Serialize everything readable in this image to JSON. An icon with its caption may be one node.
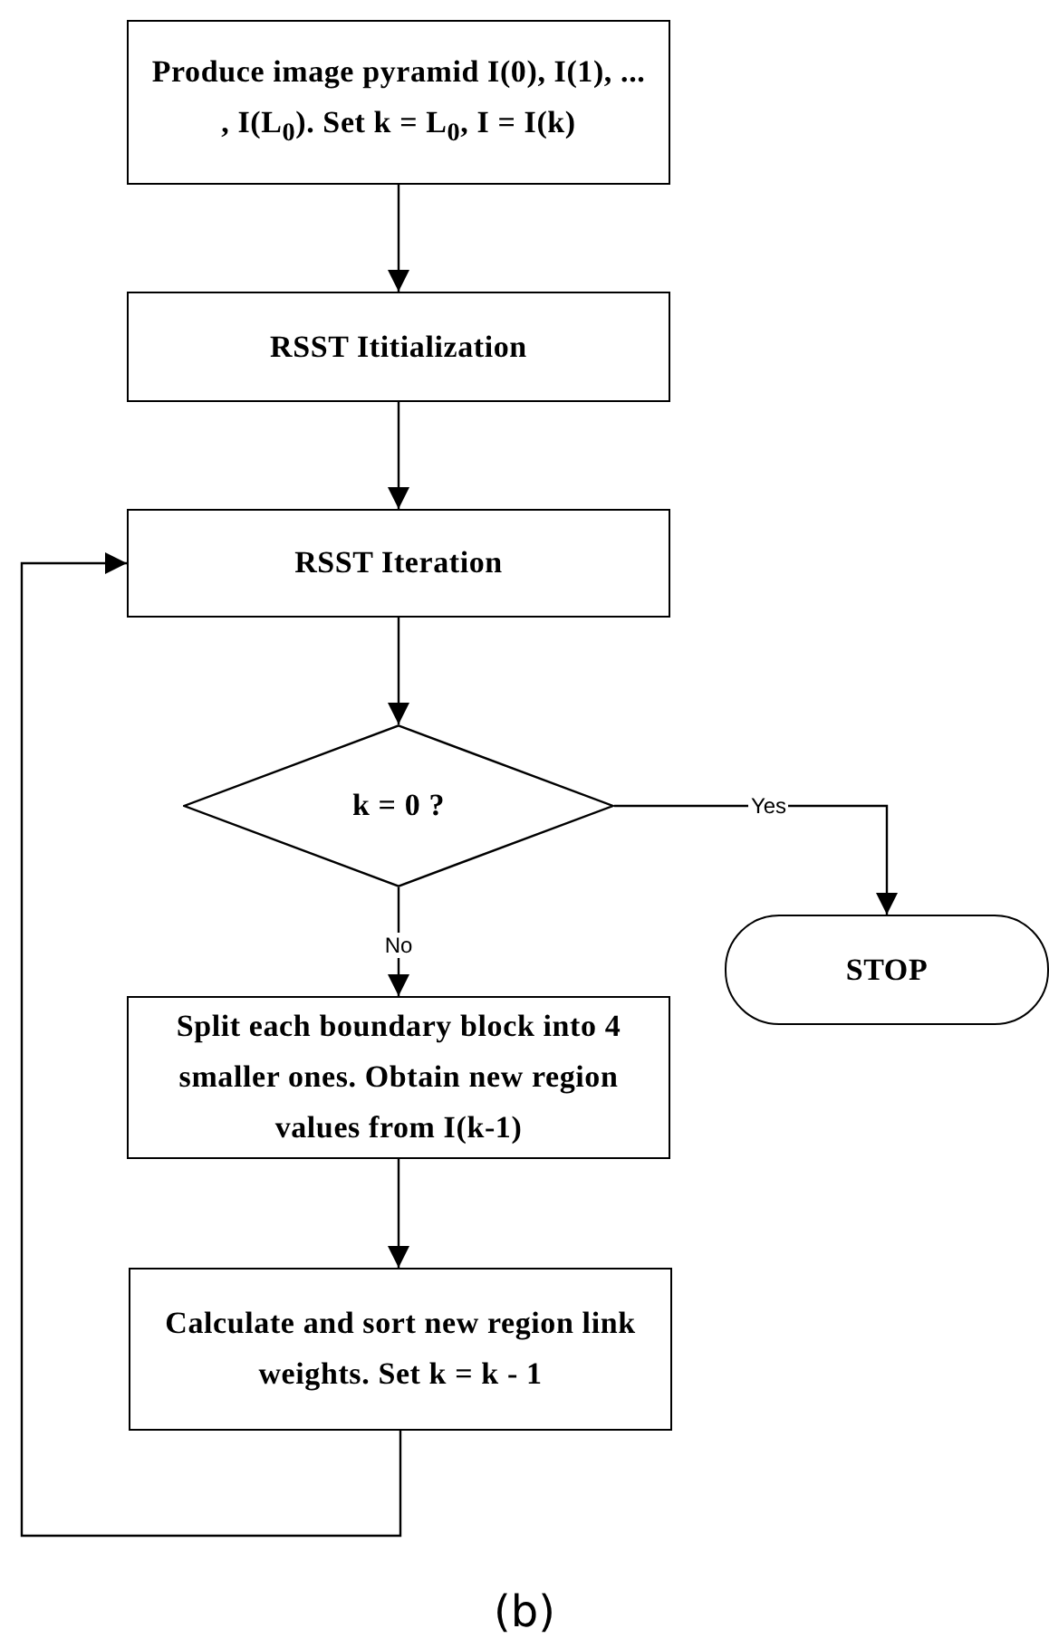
{
  "diagram": {
    "caption": "(b)",
    "nodes": [
      {
        "text": [
          "Produce image pyramid I(0), I(1), ... , I(L$_{0}$). Set k = L$_{0}$, I = I(k)"
        ]
      },
      {
        "text": [
          "RSST Ititialization"
        ]
      },
      {
        "text": [
          "RSST Iteration"
        ]
      },
      {
        "text": [
          "k = 0 ?"
        ]
      },
      {
        "text": [
          "STOP"
        ]
      },
      {
        "text": [
          "Split  each boundary block into 4 smaller ones. Obtain new region values from I(k-1)"
        ]
      },
      {
        "text": [
          "Calculate and sort new region link weights. Set k =  k - 1"
        ]
      }
    ],
    "edges": [
      {
        "from": 0,
        "to": 1,
        "arrow": "to"
      },
      {
        "from": 1,
        "to": 2,
        "arrow": "to"
      },
      {
        "from": 2,
        "to": 3,
        "arrow": "to"
      },
      {
        "from": 3,
        "to": 4,
        "arrow": "to",
        "label": "Yes"
      },
      {
        "from": 3,
        "to": 5,
        "arrow": "to",
        "label": "No"
      },
      {
        "from": 5,
        "to": 6,
        "arrow": "to"
      },
      {
        "from": 6,
        "to": 2,
        "arrow": "to"
      }
    ]
  }
}
